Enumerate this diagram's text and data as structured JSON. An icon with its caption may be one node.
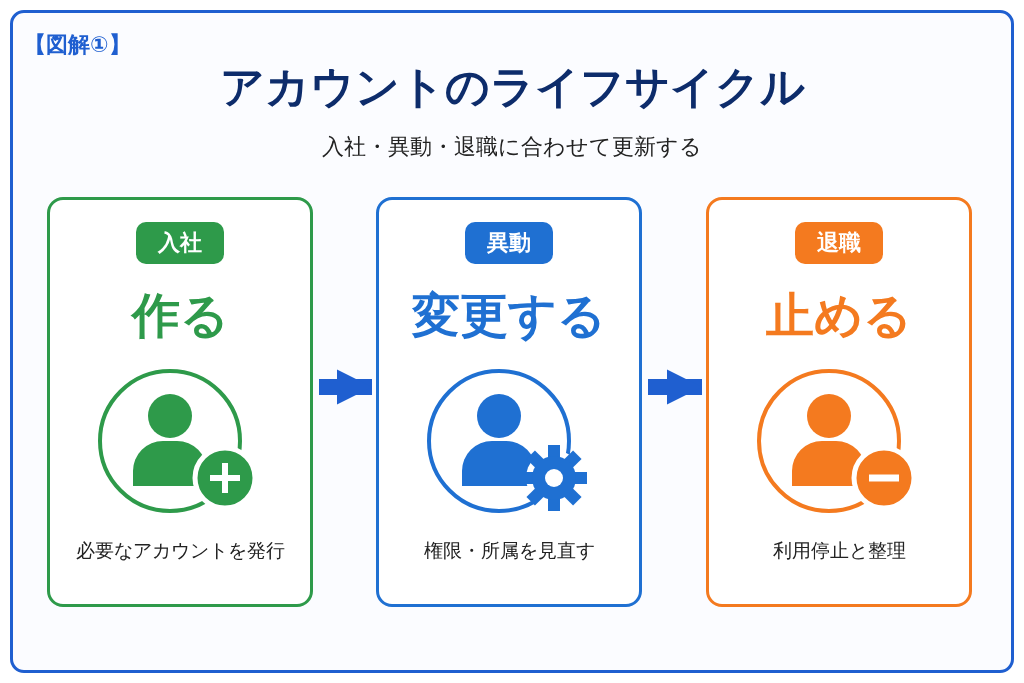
{
  "diagram": {
    "title": "アカウントのライフサイクル",
    "nodes": [
      {
        "text": [
          "入社",
          "作る",
          "必要なアカウントを発行"
        ]
      },
      {
        "text": [
          "異動",
          "変更する",
          "権限・所属を見直す"
        ]
      },
      {
        "text": [
          "退職",
          "止める",
          "利用停止と整理"
        ]
      }
    ],
    "edges": [
      {
        "from": 0,
        "to": 1,
        "arrow": "to"
      },
      {
        "from": 1,
        "to": 2,
        "arrow": "to"
      }
    ],
    "labels": [
      "【図解①】",
      "入社・異動・退職に合わせて更新する"
    ]
  }
}
